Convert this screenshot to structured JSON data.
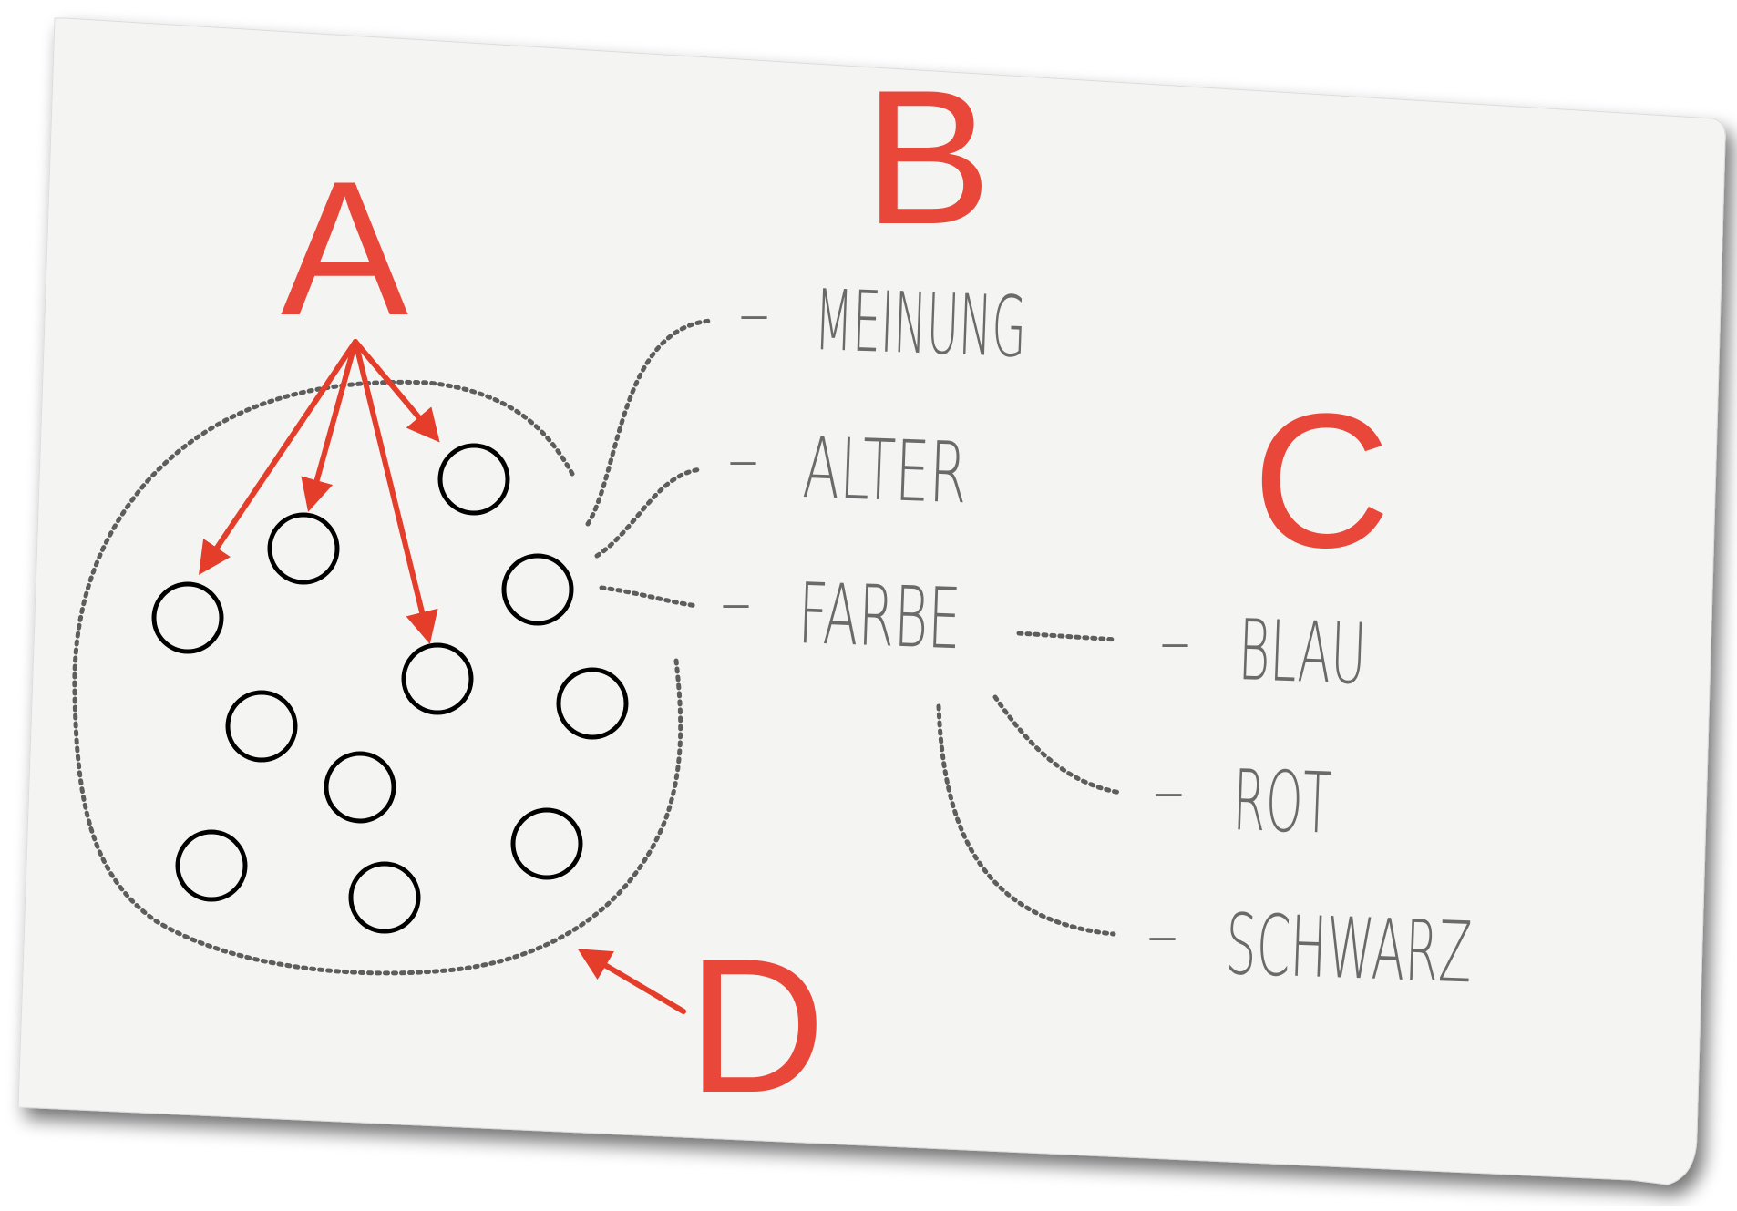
{
  "labels": {
    "a": "A",
    "b": "B",
    "c": "C",
    "d": "D"
  },
  "attributes": [
    {
      "dash": "–",
      "text": "MEINUNG"
    },
    {
      "dash": "–",
      "text": "ALTER"
    },
    {
      "dash": "–",
      "text": "FARBE"
    }
  ],
  "values": [
    {
      "dash": "–",
      "text": "BLAU"
    },
    {
      "dash": "–",
      "text": "ROT"
    },
    {
      "dash": "–",
      "text": "SCHWARZ"
    }
  ],
  "colors": {
    "accent": "#e8473a",
    "arrow": "#e43d2a",
    "ink": "#6a6a6a",
    "paper": "#f4f4f3",
    "dots": "#5d5d5d"
  }
}
